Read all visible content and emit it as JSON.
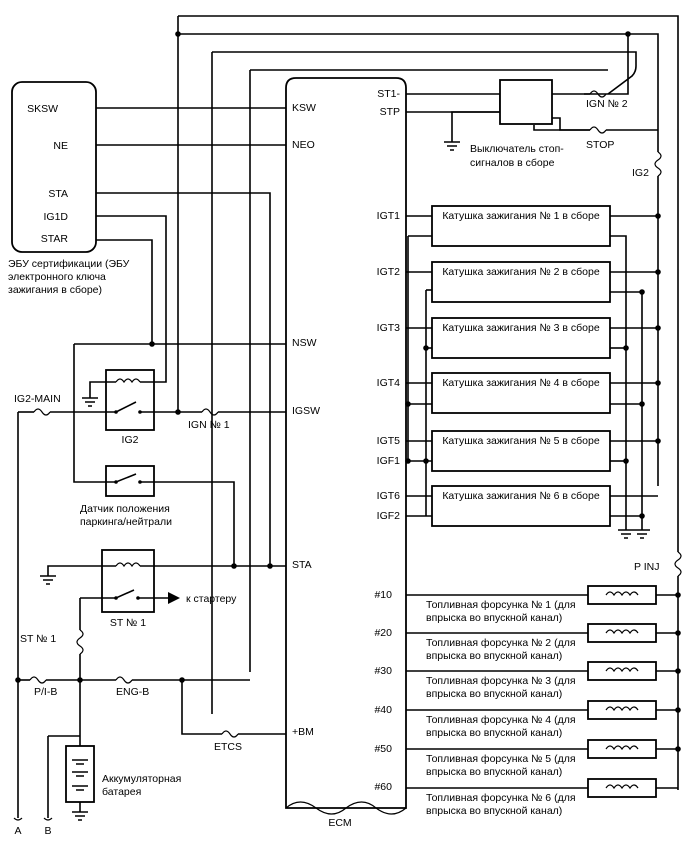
{
  "ecu_cert": {
    "pins": [
      "SKSW",
      "NE",
      "STA",
      "IG1D",
      "STAR"
    ],
    "caption": [
      "ЭБУ сертификации (ЭБУ",
      "электронного ключа",
      "зажигания в сборе)"
    ]
  },
  "ecm": {
    "label": "ECM",
    "left_pins": [
      "KSW",
      "NEO",
      "NSW",
      "IGSW",
      "STA",
      "+BM"
    ],
    "right_pins": [
      "ST1-",
      "STP",
      "IGT1",
      "IGT2",
      "IGT3",
      "IGT4",
      "IGT5",
      "IGF1",
      "IGT6",
      "IGF2",
      "#10",
      "#20",
      "#30",
      "#40",
      "#50",
      "#60"
    ]
  },
  "stop_switch": {
    "label": [
      "Выключатель стоп-",
      "сигналов в сборе"
    ],
    "fuses": [
      "IGN № 2",
      "STOP"
    ]
  },
  "ignition_coils": [
    "Катушка зажигания № 1 в сборе",
    "Катушка зажигания № 2 в сборе",
    "Катушка зажигания № 3 в сборе",
    "Катушка зажигания № 4 в сборе",
    "Катушка зажигания № 5 в сборе",
    "Катушка зажигания № 6 в сборе"
  ],
  "injectors": [
    [
      "Топливная форсунка № 1 (для",
      "впрыска во впускной канал)"
    ],
    [
      "Топливная форсунка № 2 (для",
      "впрыска во впускной канал)"
    ],
    [
      "Топливная форсунка № 3 (для",
      "впрыска во впускной канал)"
    ],
    [
      "Топливная форсунка № 4 (для",
      "впрыска во впускной канал)"
    ],
    [
      "Топливная форсунка № 5 (для",
      "впрыска во впускной канал)"
    ],
    [
      "Топливная форсунка № 6 (для",
      "впрыска во впускной канал)"
    ]
  ],
  "fuses": {
    "ig2": "IG2",
    "p_inj": "P INJ",
    "ig2_main": "IG2-MAIN",
    "ign1": "IGN № 1",
    "st1": "ST № 1",
    "pib": "P/I-B",
    "engb": "ENG-B",
    "etcs": "ETCS"
  },
  "relays": {
    "ig2": "IG2",
    "st1": "ST № 1"
  },
  "park_neutral": [
    "Датчик положения",
    "паркинга/нейтрали"
  ],
  "starter": "к стартеру",
  "battery": [
    "Аккумуляторная",
    "батарея"
  ],
  "terminals": [
    "A",
    "B"
  ]
}
